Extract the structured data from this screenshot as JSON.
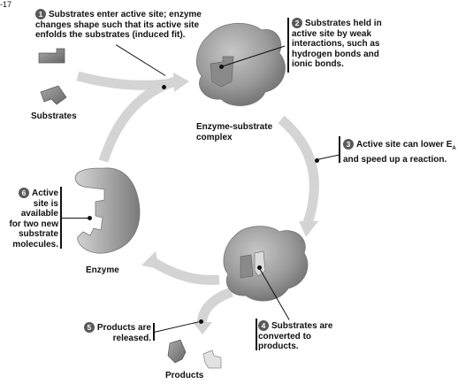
{
  "corner_label": "-17",
  "steps": [
    {
      "number": "1",
      "lines": [
        "Substrates enter active site; enzyme",
        "changes shape such that its active site",
        "enfolds the substrates (induced fit)."
      ]
    },
    {
      "number": "2",
      "lines": [
        "Substrates held in",
        "active site by weak",
        "interactions, such as",
        "hydrogen bonds and",
        "ionic bonds."
      ]
    },
    {
      "number": "3",
      "lines": [
        "Active site can lower E",
        "and speed up a reaction."
      ],
      "subscript": "A"
    },
    {
      "number": "4",
      "lines": [
        "Substrates are",
        "converted to",
        "products."
      ]
    },
    {
      "number": "5",
      "lines": [
        "Products are",
        "released."
      ]
    },
    {
      "number": "6",
      "lines": [
        "Active",
        "site is",
        "available",
        "for two new",
        "substrate",
        "molecules."
      ]
    }
  ],
  "labels": {
    "substrates": "Substrates",
    "complex": [
      "Enzyme-substrate",
      "complex"
    ],
    "enzyme": "Enzyme",
    "products": "Products"
  }
}
